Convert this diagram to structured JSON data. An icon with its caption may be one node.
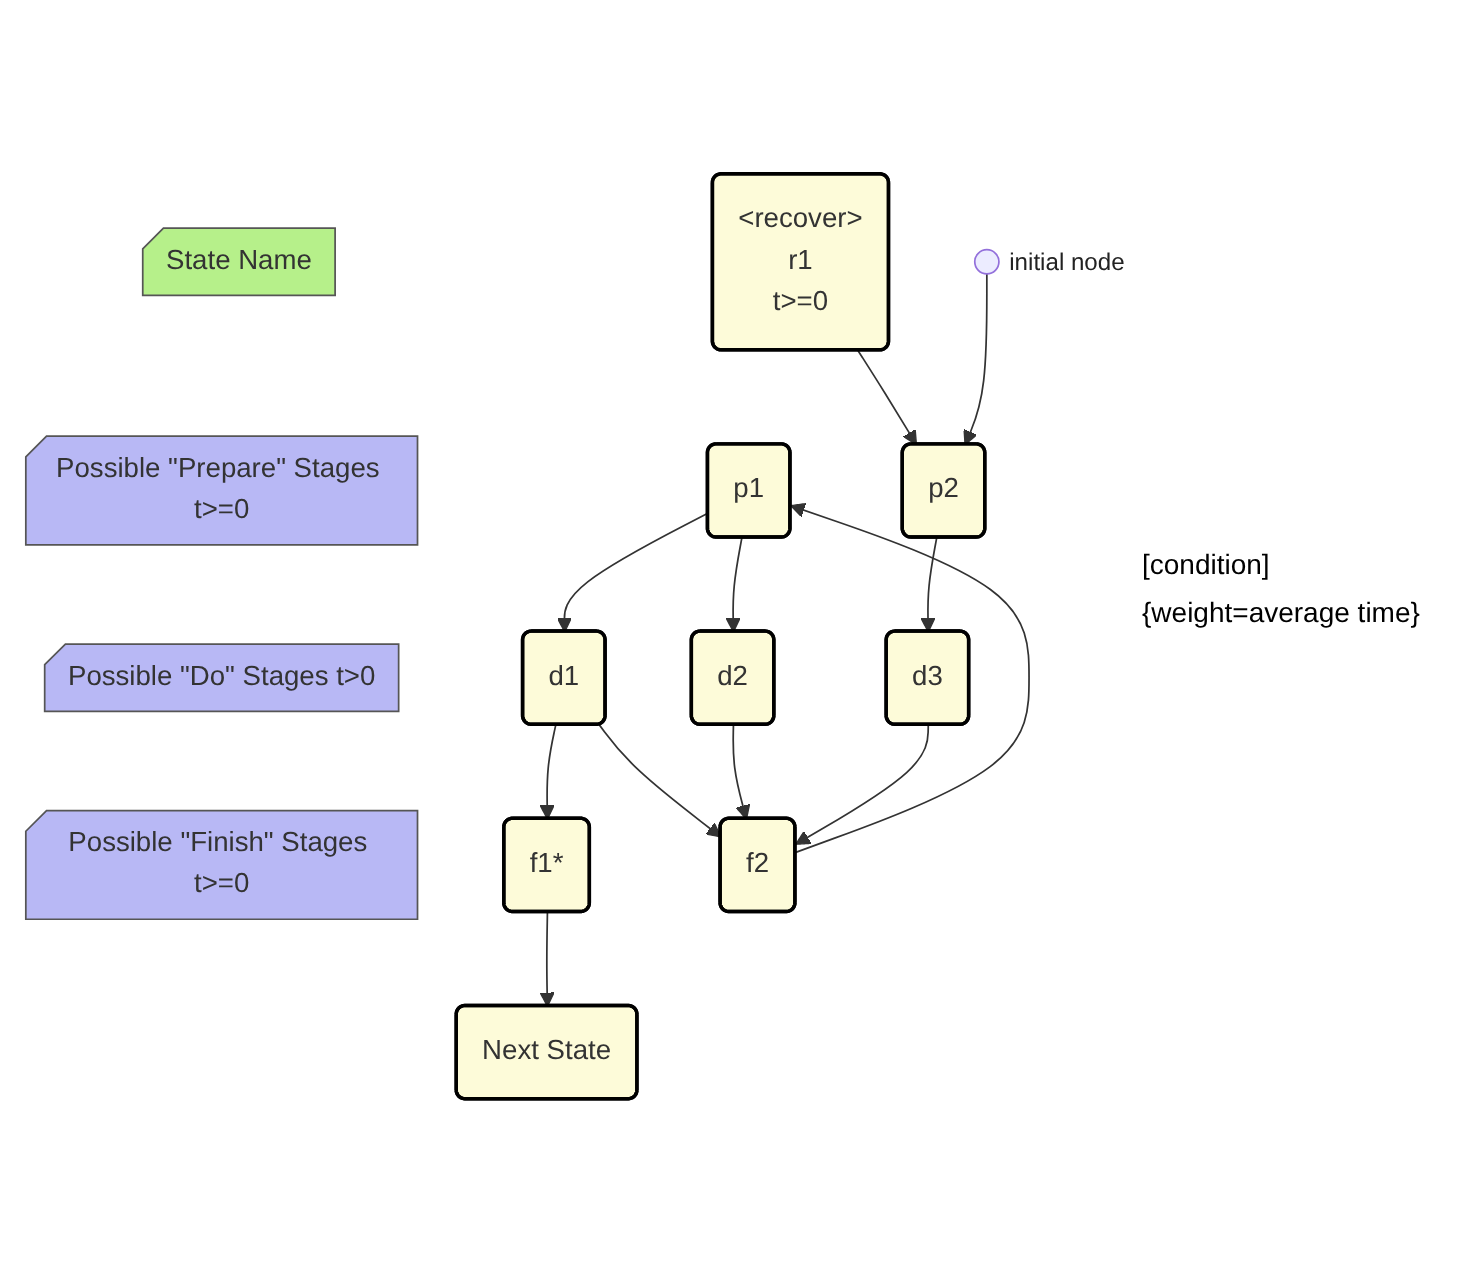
{
  "diagram": {
    "nodes": [
      {
        "text": [
          "State Name"
        ]
      },
      {
        "text": [
          "<recover>",
          "r1",
          "t>=0"
        ]
      },
      {
        "text": [],
        "shape": "circle",
        "beside": [
          "initial node"
        ]
      },
      {
        "text": [
          "Possible \"Prepare\" Stages t>=0"
        ]
      },
      {
        "text": [
          "p1"
        ]
      },
      {
        "text": [
          "p2"
        ]
      },
      {
        "text": [
          "Possible \"Do\" Stages t>0"
        ]
      },
      {
        "text": [
          "d1"
        ]
      },
      {
        "text": [
          "d2"
        ]
      },
      {
        "text": [
          "d3"
        ]
      },
      {
        "text": [
          "Possible \"Finish\" Stages t>=0"
        ]
      },
      {
        "text": [
          "f1*"
        ]
      },
      {
        "text": [
          "f2"
        ]
      },
      {
        "text": [
          "Next State"
        ]
      }
    ],
    "edges": [
      {
        "from": 1,
        "to": 5,
        "arrow": "to"
      },
      {
        "from": 2,
        "to": 5,
        "arrow": "to"
      },
      {
        "from": 12,
        "to": 4,
        "arrow": "to"
      },
      {
        "from": 4,
        "to": 7,
        "arrow": "to"
      },
      {
        "from": 4,
        "to": 8,
        "arrow": "to"
      },
      {
        "from": 5,
        "to": 9,
        "arrow": "to"
      },
      {
        "from": 7,
        "to": 11,
        "arrow": "to"
      },
      {
        "from": 7,
        "to": 12,
        "arrow": "to"
      },
      {
        "from": 8,
        "to": 12,
        "arrow": "to"
      },
      {
        "from": 9,
        "to": 12,
        "arrow": "to"
      },
      {
        "from": 11,
        "to": 13,
        "arrow": "to"
      }
    ],
    "labels": [
      "[condition]",
      "{weight=average time}"
    ]
  }
}
